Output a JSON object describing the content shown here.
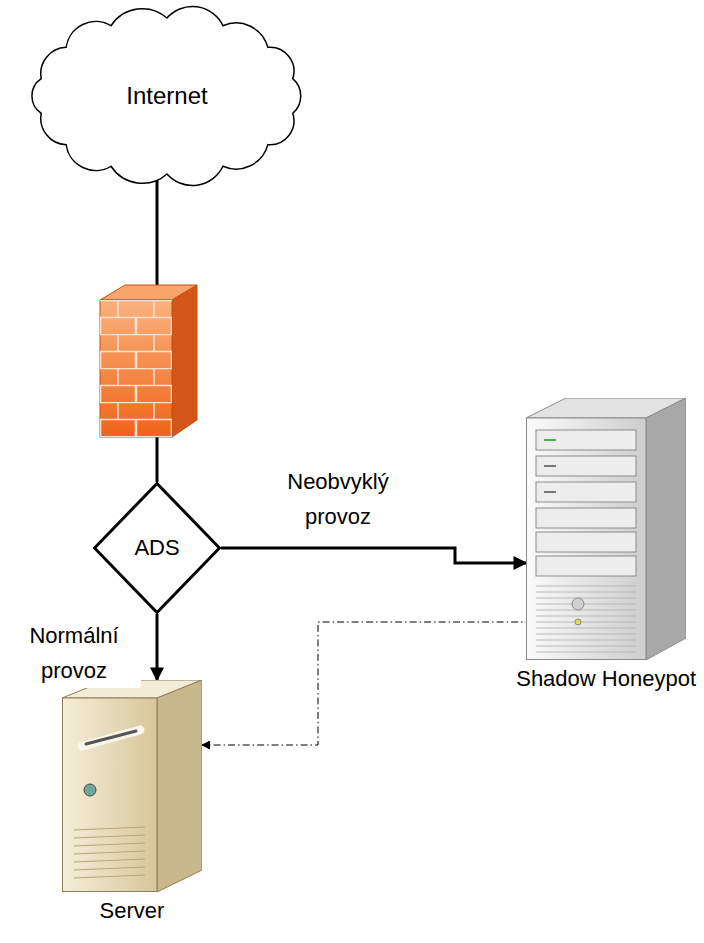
{
  "diagram": {
    "nodes": [
      {
        "text": [
          "Internet"
        ]
      },
      {
        "text": [
          "ADS"
        ]
      },
      {
        "text": [
          "Shadow Honeypot"
        ]
      },
      {
        "text": [
          "Server"
        ]
      }
    ],
    "edges": [
      {
        "from": 0,
        "to": 1,
        "arrow": "none"
      },
      {
        "from": 1,
        "to": 2,
        "label": "Neobvyklý provoz",
        "arrow": "to"
      },
      {
        "from": 1,
        "to": 3,
        "label": "Normální provoz",
        "arrow": "to"
      },
      {
        "from": 2,
        "to": 3,
        "arrow": "both"
      }
    ]
  }
}
